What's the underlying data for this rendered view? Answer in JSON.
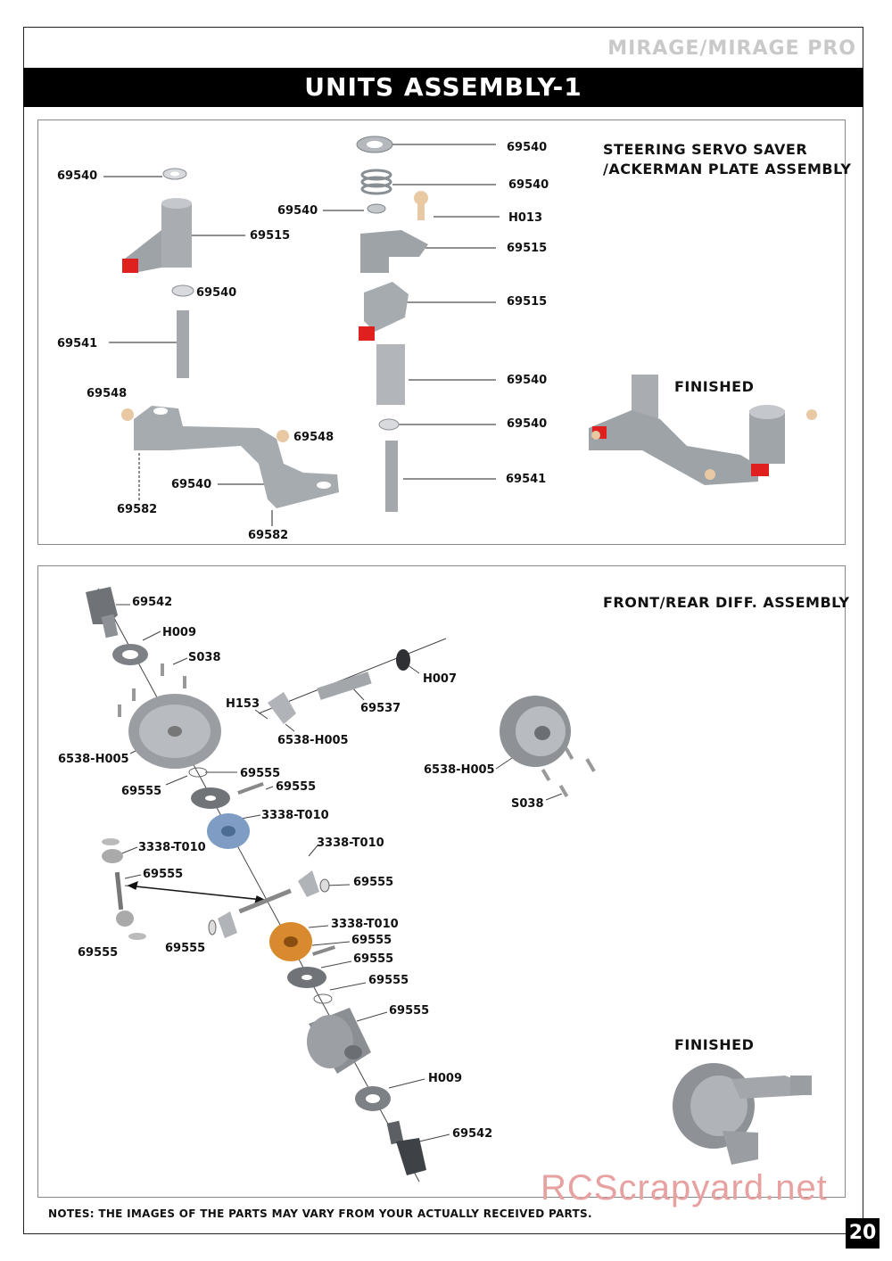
{
  "header": {
    "brand": "MIRAGE/MIRAGE PRO",
    "title": "UNITS ASSEMBLY-1"
  },
  "steering_section": {
    "heading_line1": "STEERING SERVO SAVER",
    "heading_line2": "/ACKERMAN PLATE ASSEMBLY",
    "finished_label": "FINISHED",
    "part_labels": [
      "69540",
      "69515",
      "69540",
      "69541",
      "69548",
      "69548",
      "69540",
      "69582",
      "69582",
      "69540",
      "69540",
      "69540",
      "H013",
      "69515",
      "69515",
      "69540",
      "69540",
      "69541"
    ]
  },
  "diff_section": {
    "heading": "FRONT/REAR DIFF. ASSEMBLY",
    "finished_label": "FINISHED",
    "part_labels": [
      "69542",
      "H009",
      "S038",
      "H007",
      "H153",
      "69537",
      "6538-H005",
      "6538-H005",
      "69555",
      "69555",
      "69555",
      "3338-T010",
      "3338-T010",
      "3338-T010",
      "69555",
      "69555",
      "69555",
      "69555",
      "3338-T010",
      "69555",
      "69555",
      "69555",
      "69555",
      "H009",
      "69542",
      "6538-H005",
      "S038"
    ]
  },
  "footer": {
    "notes": "NOTES: THE IMAGES OF THE PARTS MAY VARY FROM YOUR ACTUALLY RECEIVED PARTS.",
    "page_number": "20",
    "watermark": "RCScrapyard.net"
  },
  "colors": {
    "part_grey": "#9ea3a8",
    "accent_red": "#e01f1f",
    "ball_tan": "#e8c9a4",
    "gear_blue": "#7f9dc4",
    "gear_orange": "#d98a2e"
  }
}
